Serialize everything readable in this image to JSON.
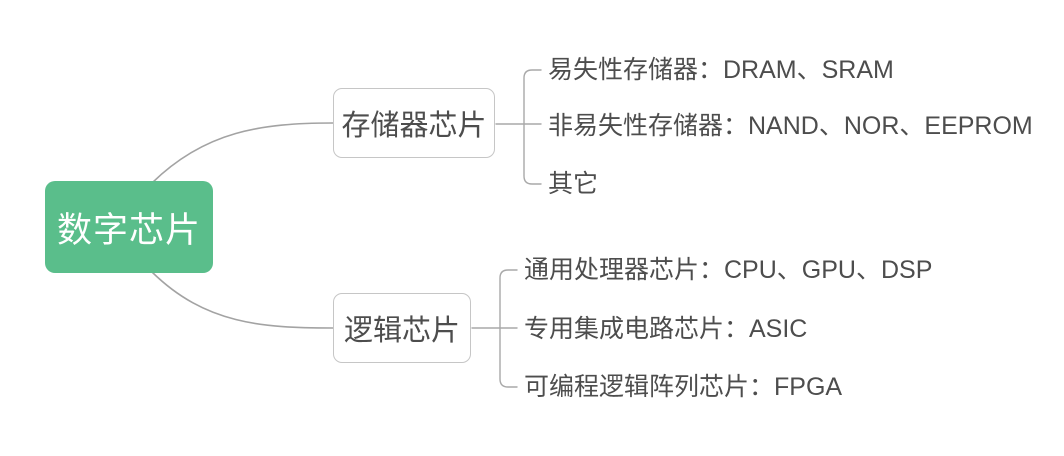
{
  "colors": {
    "root_bg": "#5abe8b",
    "root_text": "#ffffff",
    "branch_border": "#c6c6c6",
    "node_text": "#4d4d4d",
    "connector_line": "#a3a3a3",
    "background": "#ffffff"
  },
  "mindmap": {
    "root": {
      "label": "数字芯片"
    },
    "branches": [
      {
        "label": "存储器芯片",
        "children": [
          {
            "text": "易失性存储器：DRAM、SRAM"
          },
          {
            "text": "非易失性存储器：NAND、NOR、EEPROM"
          },
          {
            "text": "其它"
          }
        ]
      },
      {
        "label": "逻辑芯片",
        "children": [
          {
            "text": "通用处理器芯片：CPU、GPU、DSP"
          },
          {
            "text": "专用集成电路芯片：ASIC"
          },
          {
            "text": "可编程逻辑阵列芯片：FPGA"
          }
        ]
      }
    ]
  }
}
